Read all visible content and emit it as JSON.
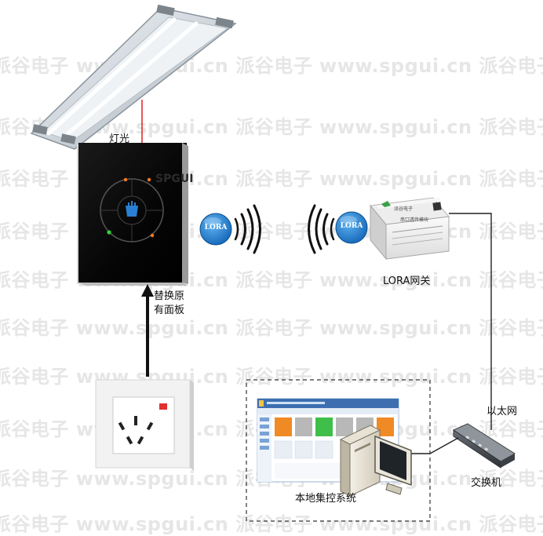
{
  "watermark": {
    "text": "www.spgui.cn 派谷电子",
    "row_text": "派谷电子 www.spgui.cn 派谷电子 www.spgui.cn 派谷电子 www.spgui.cn 派谷电子 www.spgui.cn"
  },
  "labels": {
    "light": "灯光",
    "replace_panel_line1": "替换原",
    "replace_panel_line2": "有面板",
    "lora_badge_left": "LORA",
    "lora_badge_right": "LORA",
    "gateway": "LORA网关",
    "ethernet": "以太网",
    "switch": "交换机",
    "control_system": "本地集控系统"
  },
  "panel_logo": "SPGUI",
  "gateway_device": {
    "brand": "派谷电子",
    "title": "串口透传模块"
  },
  "colors": {
    "lora_blue": "#1b84d8",
    "panel_black": "#0a0a0a",
    "red_line": "#e02020",
    "led_green": "#2fd23a",
    "led_orange": "#ff7a1a",
    "touch_blue": "#2a7fd4"
  }
}
